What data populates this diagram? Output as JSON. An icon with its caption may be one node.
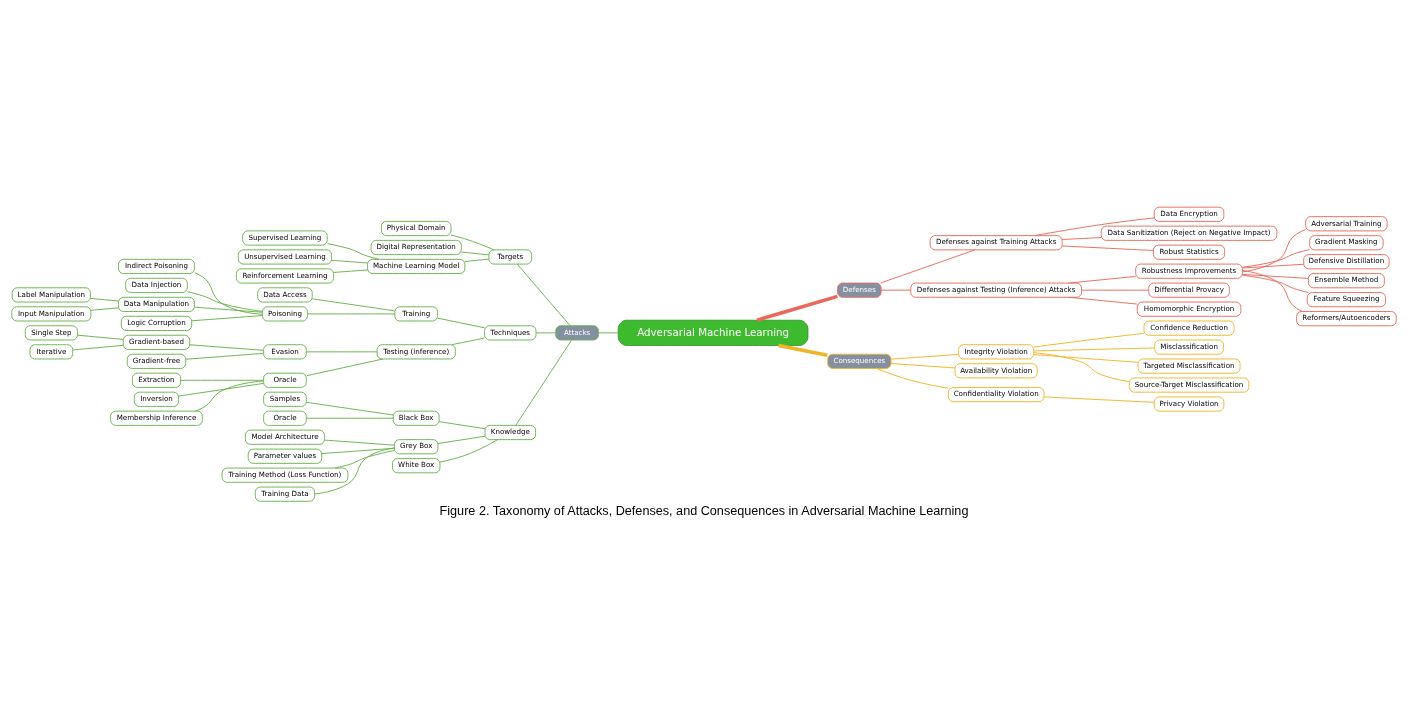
{
  "diagram": {
    "caption": "Figure 2. Taxonomy of Attacks, Defenses, and Consequences in Adversarial Machine Learning",
    "nodes": [
      {
        "text": [
          "Adversarial Machine Learning"
        ]
      },
      {
        "text": [
          "Attacks"
        ]
      },
      {
        "text": [
          "Targets"
        ]
      },
      {
        "text": [
          "Physical Domain"
        ]
      },
      {
        "text": [
          "Digital Representation"
        ]
      },
      {
        "text": [
          "Machine Learning Model"
        ]
      },
      {
        "text": [
          "Supervised Learning"
        ]
      },
      {
        "text": [
          "Unsupervised Learning"
        ]
      },
      {
        "text": [
          "Reinforcement Learning"
        ]
      },
      {
        "text": [
          "Techniques"
        ]
      },
      {
        "text": [
          "Training"
        ]
      },
      {
        "text": [
          "Data Access"
        ]
      },
      {
        "text": [
          "Poisoning"
        ]
      },
      {
        "text": [
          "Indirect Poisoning"
        ]
      },
      {
        "text": [
          "Data Injection"
        ]
      },
      {
        "text": [
          "Data Manipulation"
        ]
      },
      {
        "text": [
          "Label Manipulation"
        ]
      },
      {
        "text": [
          "Input Manipulation"
        ]
      },
      {
        "text": [
          "Logic Corruption"
        ]
      },
      {
        "text": [
          "Testing (inference)"
        ]
      },
      {
        "text": [
          "Evasion"
        ]
      },
      {
        "text": [
          "Gradient-based"
        ]
      },
      {
        "text": [
          "Single Step"
        ]
      },
      {
        "text": [
          "Iterative"
        ]
      },
      {
        "text": [
          "Gradient-free"
        ]
      },
      {
        "text": [
          "Oracle"
        ]
      },
      {
        "text": [
          "Extraction"
        ]
      },
      {
        "text": [
          "Inversion"
        ]
      },
      {
        "text": [
          "Membership Inference"
        ]
      },
      {
        "text": [
          "Knowledge"
        ]
      },
      {
        "text": [
          "Black Box"
        ]
      },
      {
        "text": [
          "Samples"
        ]
      },
      {
        "text": [
          "Oracle"
        ]
      },
      {
        "text": [
          "Grey Box"
        ]
      },
      {
        "text": [
          "Model Architecture"
        ]
      },
      {
        "text": [
          "Parameter values"
        ]
      },
      {
        "text": [
          "Training Method (Loss Function)"
        ]
      },
      {
        "text": [
          "Training Data"
        ]
      },
      {
        "text": [
          "White Box"
        ]
      },
      {
        "text": [
          "Defenses"
        ]
      },
      {
        "text": [
          "Defenses against Training Attacks"
        ]
      },
      {
        "text": [
          "Data Encryption"
        ]
      },
      {
        "text": [
          "Data Sanitization (Reject on Negative Impact)"
        ]
      },
      {
        "text": [
          "Robust Statistics"
        ]
      },
      {
        "text": [
          "Defenses against Testing (Inference) Attacks"
        ]
      },
      {
        "text": [
          "Robustness Improvements"
        ]
      },
      {
        "text": [
          "Adversarial Training"
        ]
      },
      {
        "text": [
          "Gradient Masking"
        ]
      },
      {
        "text": [
          "Defensive Distillation"
        ]
      },
      {
        "text": [
          "Ensemble Method"
        ]
      },
      {
        "text": [
          "Feature Squeezing"
        ]
      },
      {
        "text": [
          "Reformers/Autoencoders"
        ]
      },
      {
        "text": [
          "Differential Provacy"
        ]
      },
      {
        "text": [
          "Homomorphic Encryption"
        ]
      },
      {
        "text": [
          "Consequences"
        ]
      },
      {
        "text": [
          "Integrity Violation"
        ]
      },
      {
        "text": [
          "Confidence Reduction"
        ]
      },
      {
        "text": [
          "Misclassification"
        ]
      },
      {
        "text": [
          "Targeted Misclassification"
        ]
      },
      {
        "text": [
          "Source-Target Misclassification"
        ]
      },
      {
        "text": [
          "Availability Violation"
        ]
      },
      {
        "text": [
          "Confidentiality Violation"
        ]
      },
      {
        "text": [
          "Privacy Violation"
        ]
      }
    ],
    "edges": [
      {
        "from": 0,
        "to": 1,
        "arrow": "none"
      },
      {
        "from": 1,
        "to": 2,
        "arrow": "none"
      },
      {
        "from": 2,
        "to": 3,
        "arrow": "none"
      },
      {
        "from": 2,
        "to": 4,
        "arrow": "none"
      },
      {
        "from": 2,
        "to": 5,
        "arrow": "none"
      },
      {
        "from": 5,
        "to": 6,
        "arrow": "none"
      },
      {
        "from": 5,
        "to": 7,
        "arrow": "none"
      },
      {
        "from": 5,
        "to": 8,
        "arrow": "none"
      },
      {
        "from": 1,
        "to": 9,
        "arrow": "none"
      },
      {
        "from": 9,
        "to": 10,
        "arrow": "none"
      },
      {
        "from": 10,
        "to": 11,
        "arrow": "none"
      },
      {
        "from": 10,
        "to": 12,
        "arrow": "none"
      },
      {
        "from": 12,
        "to": 13,
        "arrow": "none"
      },
      {
        "from": 12,
        "to": 14,
        "arrow": "none"
      },
      {
        "from": 12,
        "to": 15,
        "arrow": "none"
      },
      {
        "from": 15,
        "to": 16,
        "arrow": "none"
      },
      {
        "from": 15,
        "to": 17,
        "arrow": "none"
      },
      {
        "from": 12,
        "to": 18,
        "arrow": "none"
      },
      {
        "from": 9,
        "to": 19,
        "arrow": "none"
      },
      {
        "from": 19,
        "to": 20,
        "arrow": "none"
      },
      {
        "from": 20,
        "to": 21,
        "arrow": "none"
      },
      {
        "from": 21,
        "to": 22,
        "arrow": "none"
      },
      {
        "from": 21,
        "to": 23,
        "arrow": "none"
      },
      {
        "from": 20,
        "to": 24,
        "arrow": "none"
      },
      {
        "from": 19,
        "to": 25,
        "arrow": "none"
      },
      {
        "from": 25,
        "to": 26,
        "arrow": "none"
      },
      {
        "from": 25,
        "to": 27,
        "arrow": "none"
      },
      {
        "from": 25,
        "to": 28,
        "arrow": "none"
      },
      {
        "from": 1,
        "to": 29,
        "arrow": "none"
      },
      {
        "from": 29,
        "to": 30,
        "arrow": "none"
      },
      {
        "from": 30,
        "to": 31,
        "arrow": "none"
      },
      {
        "from": 30,
        "to": 32,
        "arrow": "none"
      },
      {
        "from": 29,
        "to": 33,
        "arrow": "none"
      },
      {
        "from": 33,
        "to": 34,
        "arrow": "none"
      },
      {
        "from": 33,
        "to": 35,
        "arrow": "none"
      },
      {
        "from": 33,
        "to": 36,
        "arrow": "none"
      },
      {
        "from": 33,
        "to": 37,
        "arrow": "none"
      },
      {
        "from": 29,
        "to": 38,
        "arrow": "none"
      },
      {
        "from": 0,
        "to": 39,
        "arrow": "none",
        "style": "thick",
        "color": "#e8695a"
      },
      {
        "from": 39,
        "to": 40,
        "arrow": "none",
        "color": "#e8695a"
      },
      {
        "from": 40,
        "to": 41,
        "arrow": "none",
        "color": "#e8695a"
      },
      {
        "from": 40,
        "to": 42,
        "arrow": "none",
        "color": "#e8695a"
      },
      {
        "from": 40,
        "to": 43,
        "arrow": "none",
        "color": "#e8695a"
      },
      {
        "from": 39,
        "to": 44,
        "arrow": "none",
        "color": "#e8695a"
      },
      {
        "from": 44,
        "to": 45,
        "arrow": "none",
        "color": "#e8695a"
      },
      {
        "from": 45,
        "to": 46,
        "arrow": "none",
        "color": "#e8695a"
      },
      {
        "from": 45,
        "to": 47,
        "arrow": "none",
        "color": "#e8695a"
      },
      {
        "from": 45,
        "to": 48,
        "arrow": "none",
        "color": "#e8695a"
      },
      {
        "from": 45,
        "to": 49,
        "arrow": "none",
        "color": "#e8695a"
      },
      {
        "from": 45,
        "to": 50,
        "arrow": "none",
        "color": "#e8695a"
      },
      {
        "from": 45,
        "to": 51,
        "arrow": "none",
        "color": "#e8695a"
      },
      {
        "from": 44,
        "to": 52,
        "arrow": "none",
        "color": "#e8695a"
      },
      {
        "from": 44,
        "to": 53,
        "arrow": "none",
        "color": "#e8695a"
      },
      {
        "from": 0,
        "to": 54,
        "arrow": "none",
        "style": "thick",
        "color": "#f0b429"
      },
      {
        "from": 54,
        "to": 55,
        "arrow": "none",
        "color": "#f0b429"
      },
      {
        "from": 55,
        "to": 56,
        "arrow": "none",
        "color": "#f0b429"
      },
      {
        "from": 55,
        "to": 57,
        "arrow": "none",
        "color": "#f0b429"
      },
      {
        "from": 55,
        "to": 58,
        "arrow": "none",
        "color": "#f0b429"
      },
      {
        "from": 55,
        "to": 59,
        "arrow": "none",
        "color": "#f0b429"
      },
      {
        "from": 54,
        "to": 60,
        "arrow": "none",
        "color": "#f0b429"
      },
      {
        "from": 54,
        "to": 61,
        "arrow": "none",
        "color": "#f0b429"
      },
      {
        "from": 61,
        "to": 62,
        "arrow": "none",
        "color": "#f0b429"
      }
    ]
  }
}
